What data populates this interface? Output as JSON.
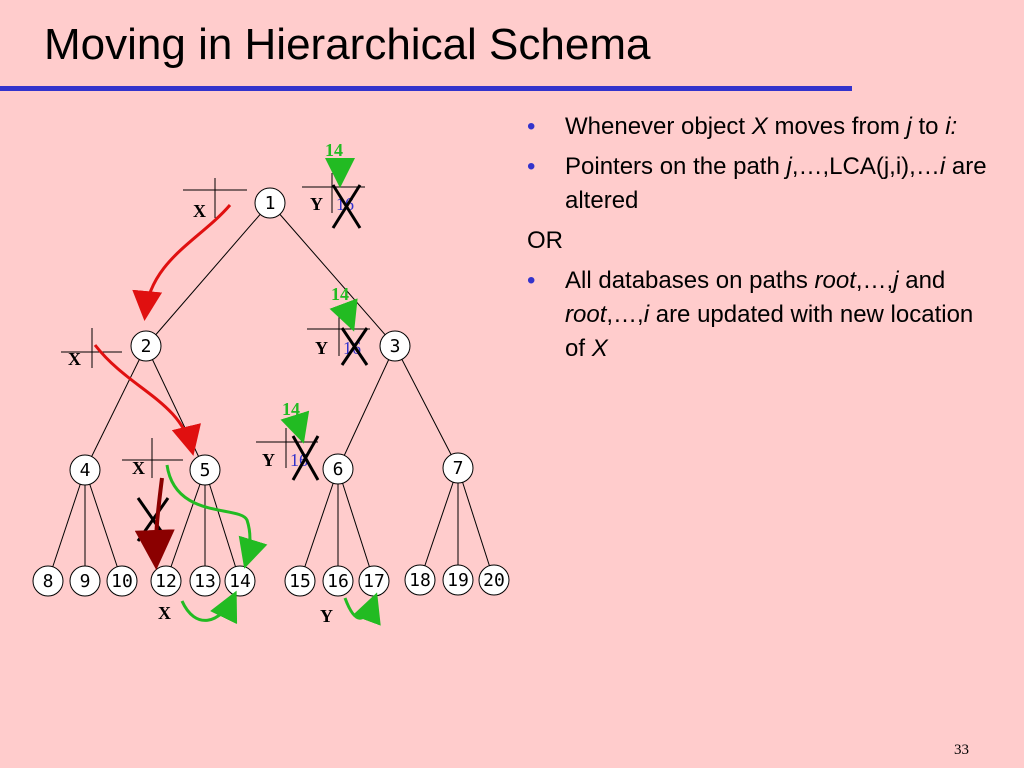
{
  "title": "Moving in Hierarchical Schema",
  "page_number": "33",
  "bullets": {
    "b1": {
      "pre": "Whenever object ",
      "x": "X",
      "mid": " moves from ",
      "j": "j",
      "to": "  to ",
      "i": "i",
      "colon": ":"
    },
    "b2": {
      "pre": "Pointers on the path ",
      "j": "j",
      "mid": ",…,LCA(j,i),…",
      "i": "i",
      "post": " are altered"
    },
    "or": "OR",
    "b3": {
      "pre": "All databases on paths ",
      "root1": "root",
      "mid1": ",…,",
      "j": "j",
      "and": " and ",
      "root2": "root",
      "mid2": ",…,",
      "i": "i",
      "post": " are updated with new location of ",
      "x": "X"
    }
  },
  "tree": {
    "nodes": [
      "1",
      "2",
      "3",
      "4",
      "5",
      "6",
      "7",
      "8",
      "9",
      "10",
      "12",
      "13",
      "14",
      "15",
      "16",
      "17",
      "18",
      "19",
      "20"
    ],
    "labels": {
      "x": "X",
      "y": "Y",
      "fourteen": "14",
      "sixteen": "16"
    }
  },
  "colors": {
    "background": "#ffcccc",
    "rule": "#3333cc",
    "red_arrow": "#e01010",
    "green_arrow": "#22bb22",
    "dark_red_arrow": "#8b0000",
    "blue_text": "#3333cc"
  }
}
